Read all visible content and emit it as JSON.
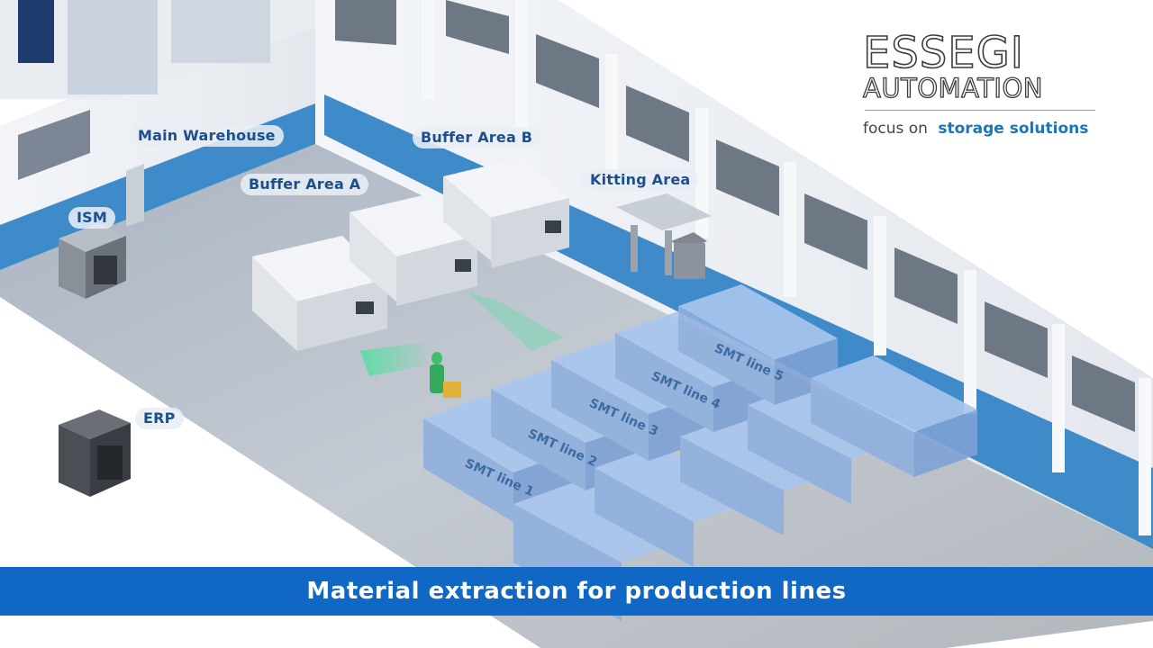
{
  "brand": {
    "name_line1": "ESSEGI",
    "name_line2": "AUTOMATION",
    "tagline_prefix": "focus on",
    "tagline_emphasis": "storage solutions",
    "accent_color": "#1d74b7"
  },
  "area_labels": {
    "main_warehouse": "Main Warehouse",
    "buffer_a": "Buffer Area A",
    "buffer_b": "Buffer Area B",
    "kitting": "Kitting Area",
    "ism": "ISM",
    "erp": "ERP"
  },
  "smt_lines": [
    "SMT line 1",
    "SMT line 2",
    "SMT line 3",
    "SMT line 4",
    "SMT line 5"
  ],
  "caption": {
    "text": "Material extraction for production lines",
    "bar_color": "#1068c4"
  }
}
